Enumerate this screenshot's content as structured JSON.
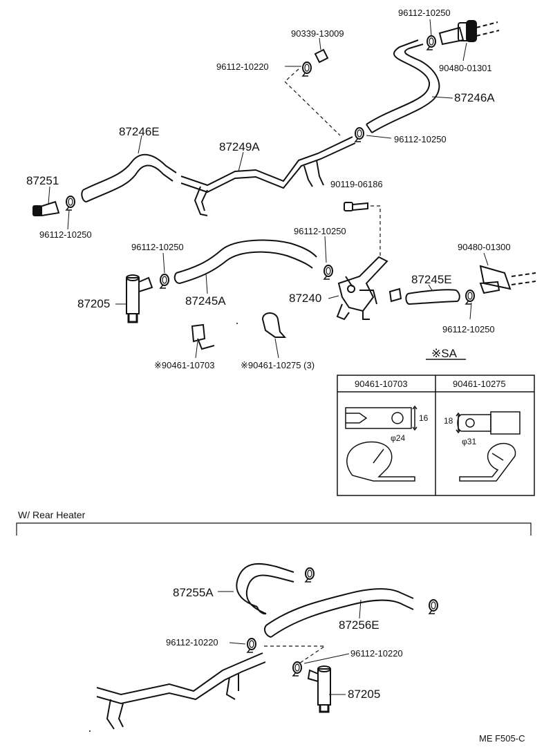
{
  "labels": {
    "p90339_13009": "90339-13009",
    "p96112_10250_top": "96112-10250",
    "p90480_01301": "90480-01301",
    "p96112_10220_top": "96112-10220",
    "p87246A": "87246A",
    "p87246E": "87246E",
    "p87249A": "87249A",
    "p96112_10250_mid": "96112-10250",
    "p87251": "87251",
    "p96112_10250_left": "96112-10250",
    "p90119_06186": "90119-06186",
    "p96112_10250_c": "96112-10250",
    "p96112_10250_d": "96112-10250",
    "p90480_01300": "90480-01300",
    "p87205": "87205",
    "p87245A": "87245A",
    "p87240": "87240",
    "p87245E": "87245E",
    "p96112_10250_e": "96112-10250",
    "p90461_10703": "※90461-10703",
    "p90461_10275": "※90461-10275 (3)"
  },
  "sa_box": {
    "title": "※SA",
    "col1_header": "90461-10703",
    "col2_header": "90461-10275",
    "col1_dim_height": "16",
    "col1_dim_dia": "φ24",
    "col2_dim_height": "18",
    "col2_dim_dia": "φ31"
  },
  "rear": {
    "section_title": "W/ Rear Heater",
    "p87255A": "87255A",
    "p87256E": "87256E",
    "p96112_10220_a": "96112-10220",
    "p96112_10220_b": "96112-10220",
    "p87205": "87205"
  },
  "footer": {
    "code": "ME  F505-C"
  }
}
